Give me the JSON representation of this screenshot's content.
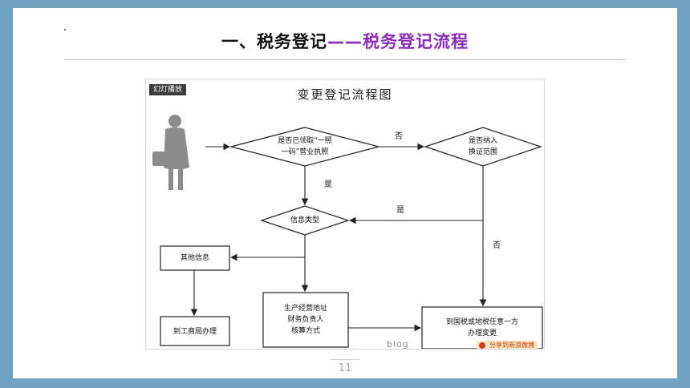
{
  "slide": {
    "title_part1": "一、税务登记",
    "title_part2": "——税务登记流程",
    "page_number": "11",
    "accent_color": "#8a2db8",
    "frame_color": "#6fa3c1"
  },
  "flowchart": {
    "badge": "幻灯播放",
    "title": "变更登记流程图",
    "nodes": {
      "decision_license": [
        "是否已领取“一照",
        "一码”营业执照"
      ],
      "decision_scope": [
        "是否纳入",
        "换证范围"
      ],
      "decision_info_type": "信息类型",
      "box_other_info": "其他信息",
      "box_production": [
        "生产经营地址",
        "财务负责人",
        "核算方式"
      ],
      "box_tax_office": [
        "到国税或地税任意一方",
        "办理变更"
      ],
      "box_bureau": "到工商局办理"
    },
    "edge_labels": {
      "no_1": "否",
      "yes_1": "是",
      "yes_2": "是",
      "no_2": "否"
    },
    "watermark": "blog",
    "share_badge": "分享到新浪微博",
    "icons": {
      "person": "businessman-silhouette-icon",
      "share": "weibo-icon"
    }
  }
}
